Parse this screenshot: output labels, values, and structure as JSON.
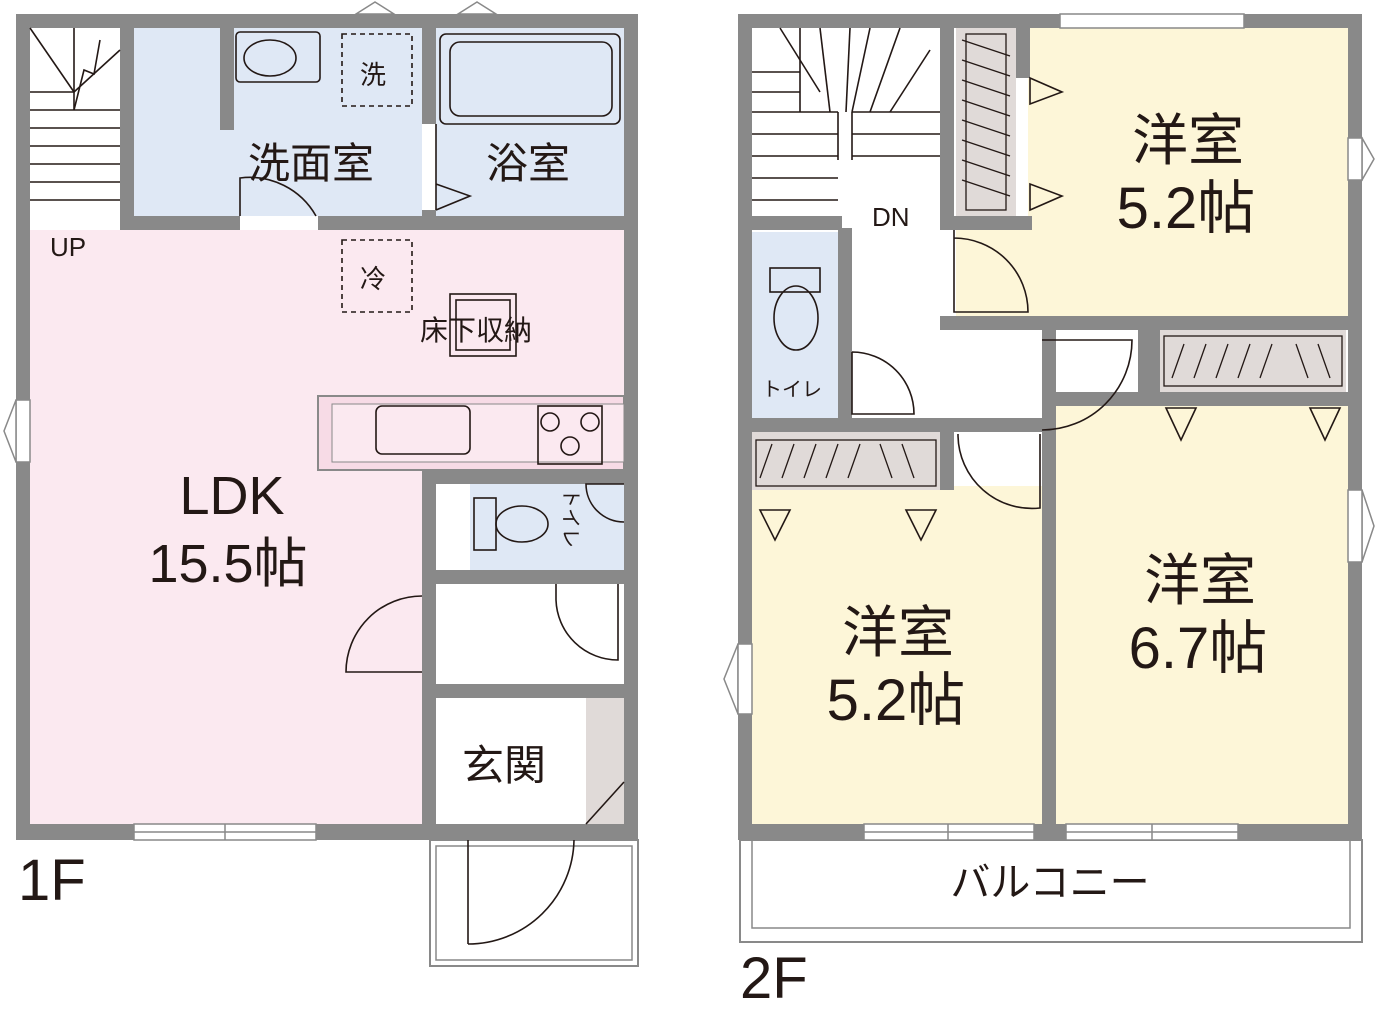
{
  "floor1": {
    "label": "1F",
    "up": "UP",
    "washroom": "洗面室",
    "bathroom": "浴室",
    "washer": "洗",
    "fridge": "冷",
    "underfloor": "床下収納",
    "ldk_name": "LDK",
    "ldk_size": "15.5帖",
    "toilet": "トイレ",
    "entrance": "玄関"
  },
  "floor2": {
    "label": "2F",
    "dn": "DN",
    "toilet": "トイレ",
    "room_ne_name": "洋室",
    "room_ne_size": "5.2帖",
    "room_sw_name": "洋室",
    "room_sw_size": "5.2帖",
    "room_se_name": "洋室",
    "room_se_size": "6.7帖",
    "balcony": "バルコニー"
  },
  "colors": {
    "wall": "#898989",
    "ldk": "#fbe9f0",
    "wet": "#dfe8f5",
    "bedroom": "#fdf6d8",
    "closet": "#e0dad8",
    "ink": "#231815"
  }
}
